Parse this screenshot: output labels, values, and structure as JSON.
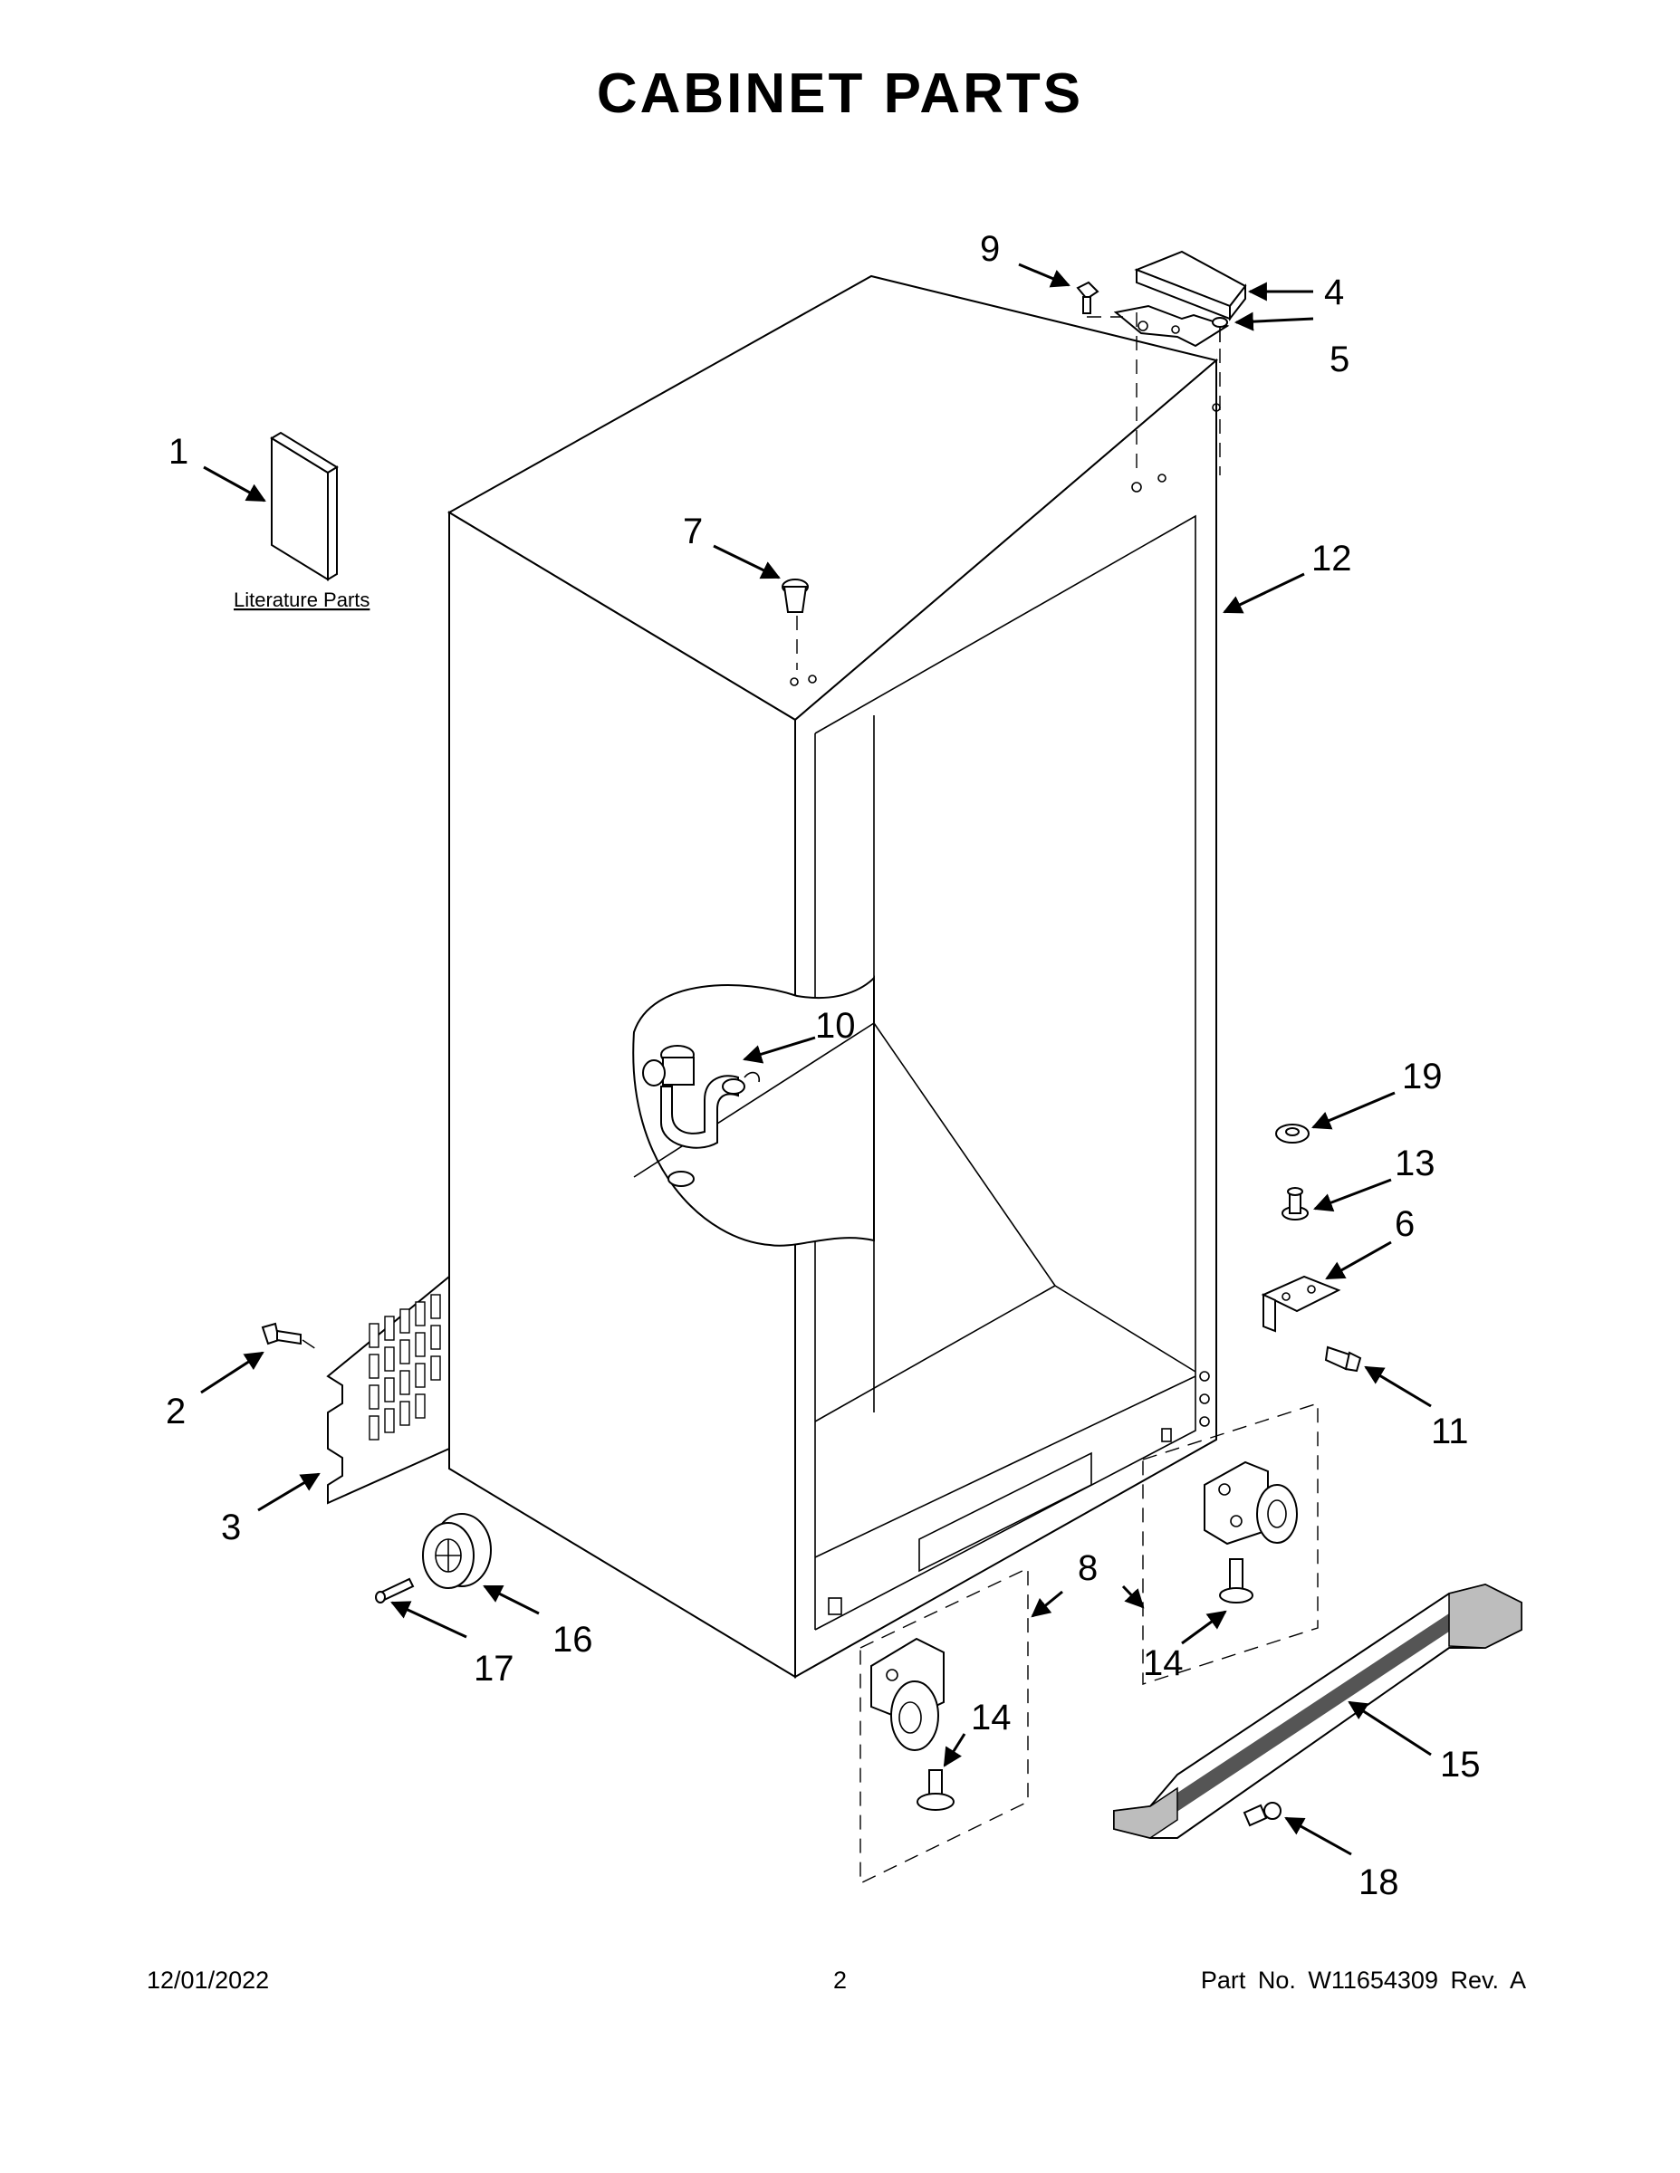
{
  "page": {
    "title": "CABINET PARTS"
  },
  "literature": {
    "label": "Literature Parts"
  },
  "callouts": [
    {
      "id": "c1",
      "text": "1"
    },
    {
      "id": "c2",
      "text": "2"
    },
    {
      "id": "c3",
      "text": "3"
    },
    {
      "id": "c4",
      "text": "4"
    },
    {
      "id": "c5",
      "text": "5"
    },
    {
      "id": "c6",
      "text": "6"
    },
    {
      "id": "c7",
      "text": "7"
    },
    {
      "id": "c8",
      "text": "8"
    },
    {
      "id": "c9",
      "text": "9"
    },
    {
      "id": "c10",
      "text": "10"
    },
    {
      "id": "c11",
      "text": "11"
    },
    {
      "id": "c12",
      "text": "12"
    },
    {
      "id": "c13",
      "text": "13"
    },
    {
      "id": "c14a",
      "text": "14"
    },
    {
      "id": "c14b",
      "text": "14"
    },
    {
      "id": "c15",
      "text": "15"
    },
    {
      "id": "c16",
      "text": "16"
    },
    {
      "id": "c17",
      "text": "17"
    },
    {
      "id": "c18",
      "text": "18"
    },
    {
      "id": "c19",
      "text": "19"
    }
  ],
  "footer": {
    "date": "12/01/2022",
    "page_number": "2",
    "part_no": "Part No.  W11654309  Rev.  A"
  }
}
